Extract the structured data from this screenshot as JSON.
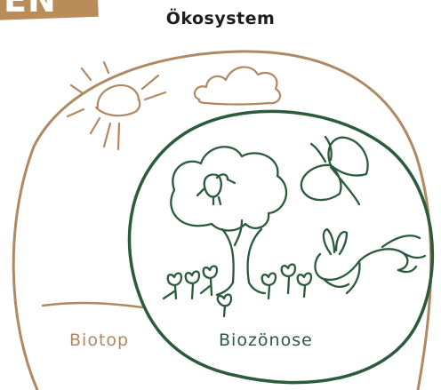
{
  "corner_tag": "EN",
  "title": "Ökosystem",
  "labels": {
    "biotope": "Biotop",
    "biocoenosis": "Biozönose"
  },
  "colors": {
    "biotope_line": "#b08862",
    "biocoenosis_line": "#2c5a3c",
    "badge": "#b98c5a"
  }
}
